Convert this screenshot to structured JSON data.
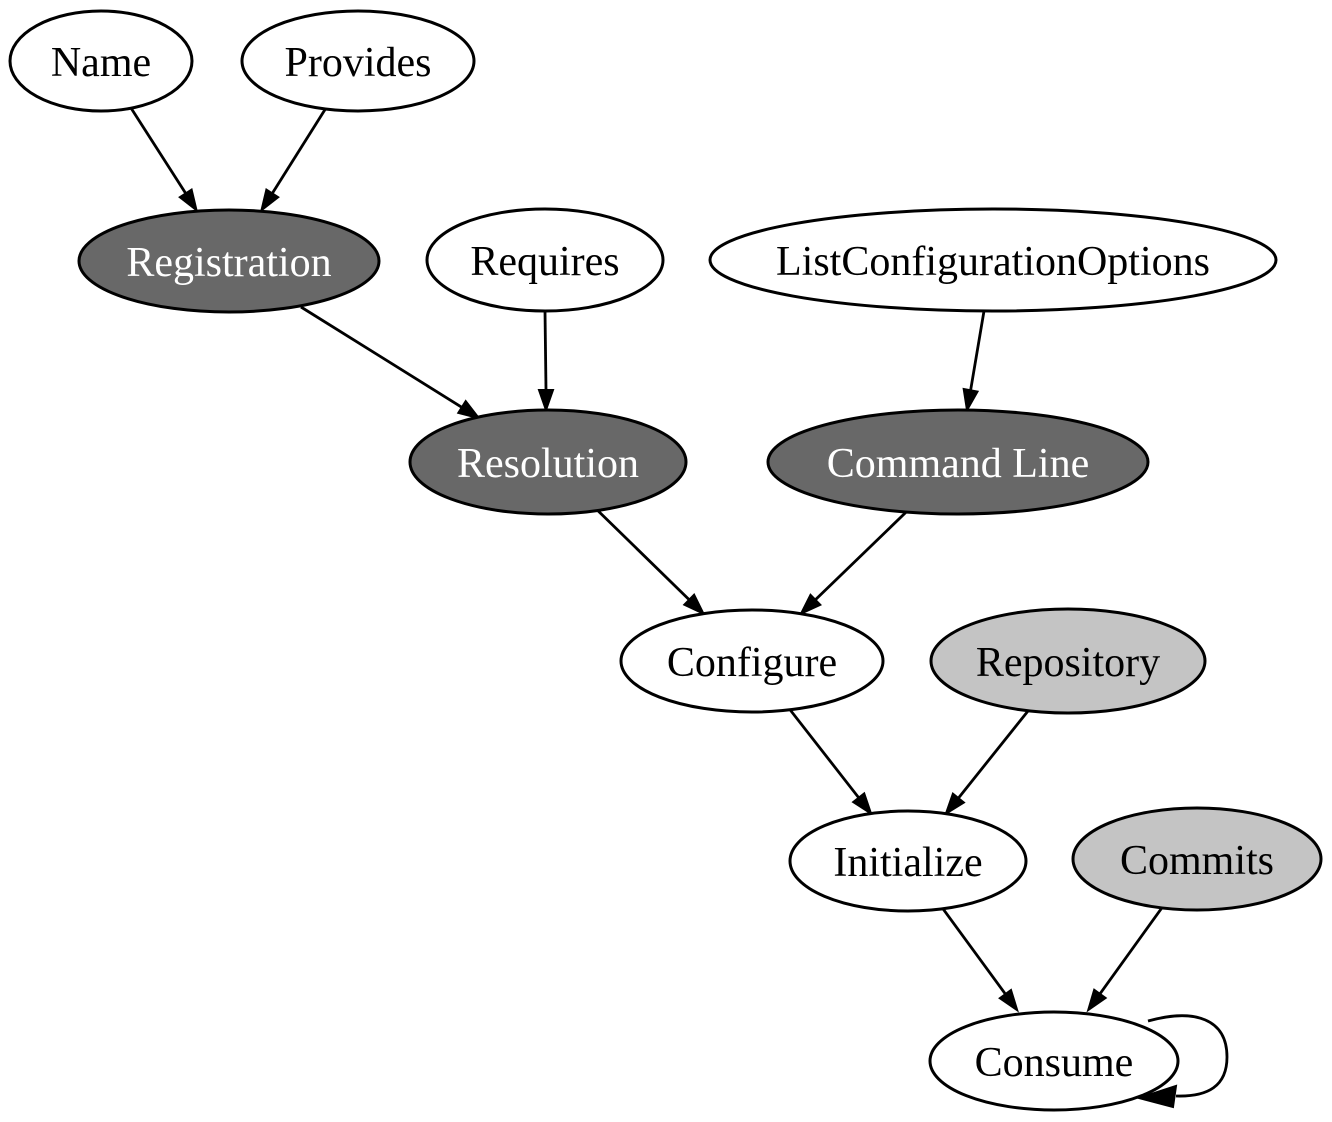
{
  "diagram": {
    "type": "directed-graph",
    "background": "#ffffff",
    "colors": {
      "outline": "#000000",
      "edge": "#000000",
      "dark_fill": "#686868",
      "light_fill": "#c4c4c4",
      "white_fill": "#ffffff",
      "label_on_dark": "#ffffff",
      "label_on_light": "#000000"
    },
    "nodes": [
      {
        "id": "name",
        "label": "Name",
        "fill": "#ffffff",
        "label_color": "#000000"
      },
      {
        "id": "provides",
        "label": "Provides",
        "fill": "#ffffff",
        "label_color": "#000000"
      },
      {
        "id": "registration",
        "label": "Registration",
        "fill": "#686868",
        "label_color": "#ffffff"
      },
      {
        "id": "requires",
        "label": "Requires",
        "fill": "#ffffff",
        "label_color": "#000000"
      },
      {
        "id": "list-configuration-options",
        "label": "ListConfigurationOptions",
        "fill": "#ffffff",
        "label_color": "#000000"
      },
      {
        "id": "resolution",
        "label": "Resolution",
        "fill": "#686868",
        "label_color": "#ffffff"
      },
      {
        "id": "command-line",
        "label": "Command Line",
        "fill": "#686868",
        "label_color": "#ffffff"
      },
      {
        "id": "configure",
        "label": "Configure",
        "fill": "#ffffff",
        "label_color": "#000000"
      },
      {
        "id": "repository",
        "label": "Repository",
        "fill": "#c4c4c4",
        "label_color": "#000000"
      },
      {
        "id": "initialize",
        "label": "Initialize",
        "fill": "#ffffff",
        "label_color": "#000000"
      },
      {
        "id": "commits",
        "label": "Commits",
        "fill": "#c4c4c4",
        "label_color": "#000000"
      },
      {
        "id": "consume",
        "label": "Consume",
        "fill": "#ffffff",
        "label_color": "#000000"
      }
    ],
    "edges": [
      {
        "from": "Name",
        "to": "Registration"
      },
      {
        "from": "Provides",
        "to": "Registration"
      },
      {
        "from": "Registration",
        "to": "Resolution"
      },
      {
        "from": "Requires",
        "to": "Resolution"
      },
      {
        "from": "ListConfigurationOptions",
        "to": "Command Line"
      },
      {
        "from": "Resolution",
        "to": "Configure"
      },
      {
        "from": "Command Line",
        "to": "Configure"
      },
      {
        "from": "Configure",
        "to": "Initialize"
      },
      {
        "from": "Repository",
        "to": "Initialize"
      },
      {
        "from": "Initialize",
        "to": "Consume"
      },
      {
        "from": "Commits",
        "to": "Consume"
      },
      {
        "from": "Consume",
        "to": "Consume"
      }
    ]
  }
}
